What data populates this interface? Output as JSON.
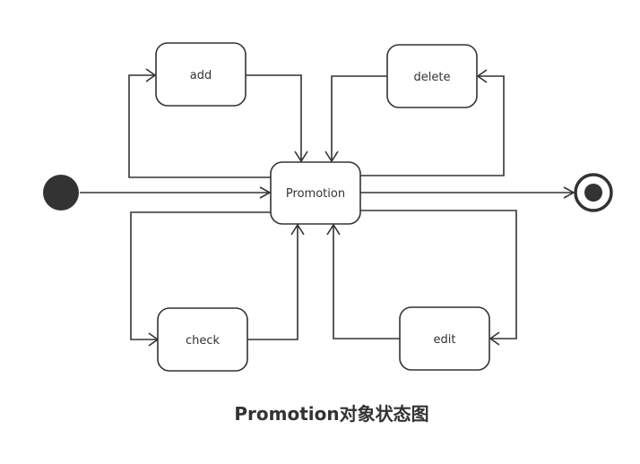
{
  "diagram": {
    "type": "uml-state-diagram",
    "caption": "Promotion对象状态图",
    "states": {
      "promotion": "Promotion",
      "add": "add",
      "delete": "delete",
      "check": "check",
      "edit": "edit"
    },
    "pseudostates": [
      "initial",
      "final"
    ],
    "transitions": [
      {
        "from": "initial",
        "to": "Promotion"
      },
      {
        "from": "Promotion",
        "to": "add"
      },
      {
        "from": "add",
        "to": "Promotion"
      },
      {
        "from": "Promotion",
        "to": "delete"
      },
      {
        "from": "delete",
        "to": "Promotion"
      },
      {
        "from": "Promotion",
        "to": "check"
      },
      {
        "from": "check",
        "to": "Promotion"
      },
      {
        "from": "Promotion",
        "to": "edit"
      },
      {
        "from": "edit",
        "to": "Promotion"
      },
      {
        "from": "Promotion",
        "to": "final"
      }
    ],
    "colors": {
      "stroke": "#333333",
      "fill": "#ffffff",
      "text": "#333333",
      "initial": "#333333"
    }
  }
}
